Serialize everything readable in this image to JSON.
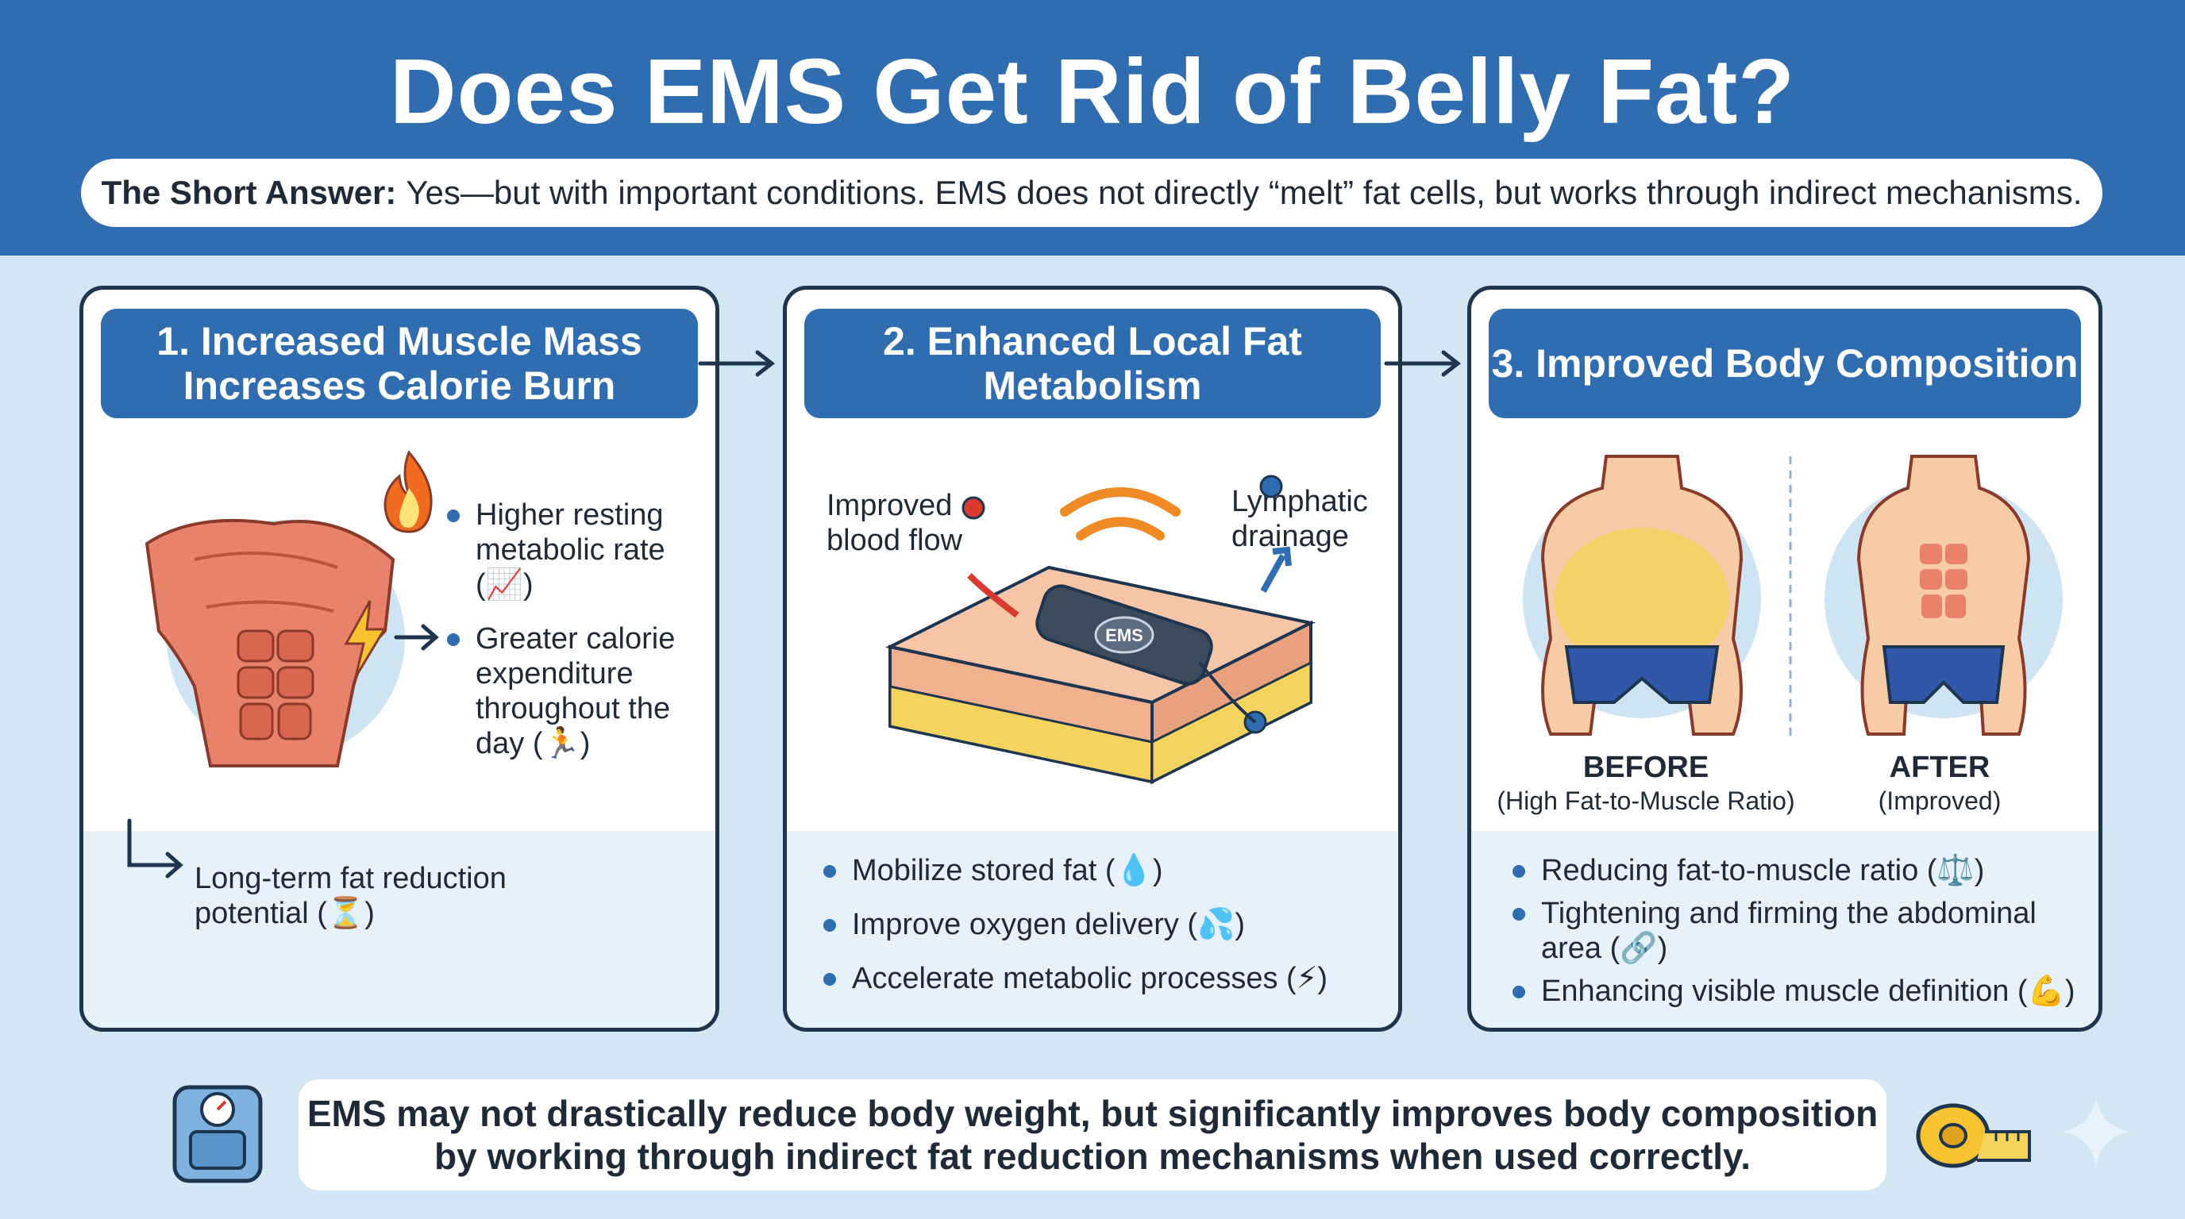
{
  "title": "Does EMS Get Rid of Belly Fat?",
  "short_answer": {
    "label": "The Short Answer:",
    "text": "Yes—but with important conditions. EMS does not directly “melt” fat cells, but works through indirect mechanisms."
  },
  "panels": [
    {
      "title_lines": [
        "1. Increased Muscle Mass",
        "Increases Calorie Burn"
      ],
      "bullets": [
        {
          "lines": [
            "Higher resting",
            "metabolic rate",
            "(📈)"
          ]
        },
        {
          "lines": [
            "Greater calorie",
            "expenditure",
            "throughout the",
            "day (🏃)"
          ]
        }
      ],
      "result_lines": [
        "Long-term fat reduction",
        "potential (⏳)"
      ]
    },
    {
      "title_lines": [
        "2. Enhanced Local Fat",
        "Metabolism"
      ],
      "labels": {
        "blood_flow": [
          "Improved",
          "blood flow"
        ],
        "lymphatic": [
          "Lymphatic",
          "drainage"
        ],
        "device": "EMS"
      },
      "bullets": [
        "Mobilize stored fat (💧)",
        "Improve oxygen delivery (💦)",
        "Accelerate metabolic processes (⚡)"
      ]
    },
    {
      "title_lines": [
        "3. Improved Body Composition"
      ],
      "before": {
        "label": "BEFORE",
        "sub": "(High Fat-to-Muscle Ratio)"
      },
      "after": {
        "label": "AFTER",
        "sub": "(Improved)"
      },
      "bullets": [
        {
          "lines": [
            "Reducing fat-to-muscle ratio (⚖️)"
          ]
        },
        {
          "lines": [
            "Tightening and firming the abdominal",
            "area (🔗)"
          ]
        },
        {
          "lines": [
            "Enhancing visible muscle definition (💪)"
          ]
        }
      ]
    }
  ],
  "footer_lines": [
    "EMS may not drastically reduce body weight, but significantly improves body composition",
    "by working through indirect fat reduction mechanisms when used correctly."
  ],
  "icons": [
    "scale-icon",
    "tape-measure-icon",
    "sparkle-icon",
    "flame-icon",
    "lightning-icon",
    "arrow-right-icon",
    "corner-arrow-icon"
  ],
  "colors": {
    "header": "#2f6cb0",
    "background": "#d3e6f4",
    "panel_border": "#1e3550",
    "muscle": "#e9826a",
    "fat": "#f4d35e",
    "shorts": "#2f56a8",
    "accent_orange": "#f08a24"
  }
}
